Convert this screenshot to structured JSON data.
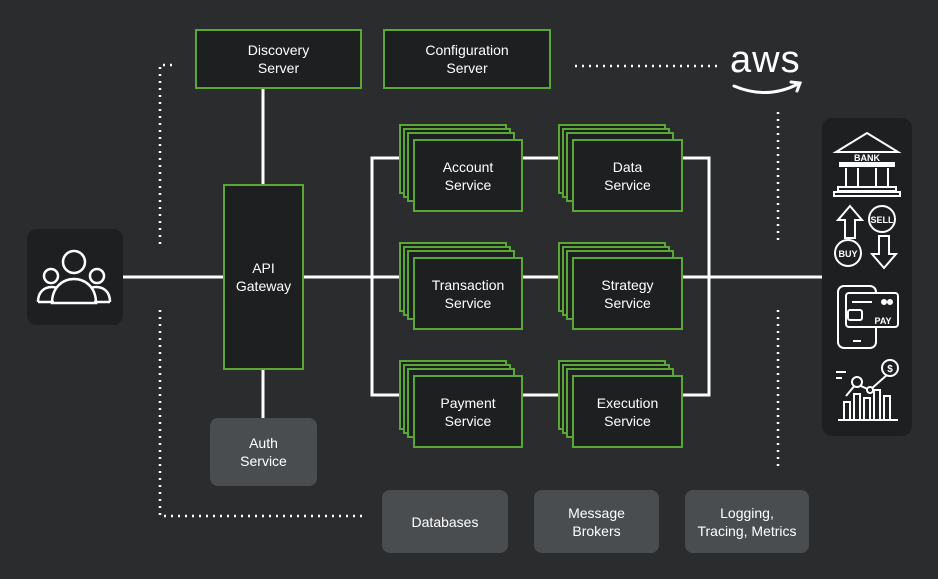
{
  "users_icon": "users-group-icon",
  "discovery_server": "Discovery\nServer",
  "configuration_server": "Configuration\nServer",
  "aws_logo": "aws",
  "api_gateway": "API\nGateway",
  "auth_service": "Auth\nService",
  "services": {
    "account": "Account\nService",
    "data": "Data\nService",
    "transaction": "Transaction\nService",
    "strategy": "Strategy\nService",
    "payment": "Payment\nService",
    "execution": "Execution\nService"
  },
  "infra": {
    "databases": "Databases",
    "message_brokers": "Message\nBrokers",
    "observability": "Logging,\nTracing, Metrics"
  },
  "external_panel": {
    "icons": [
      "bank-icon",
      "buy-sell-icon",
      "mobile-payment-icon",
      "analytics-icon"
    ],
    "bank_text": "BANK",
    "buy_text": "BUY",
    "sell_text": "SELL",
    "pay_text": "PAY",
    "dollar_text": "$"
  },
  "colors": {
    "background": "#2a2c2e",
    "box_fill": "#1d1f21",
    "box_border": "#5aa637",
    "gray_box": "#4a4d50",
    "line": "#ffffff"
  }
}
